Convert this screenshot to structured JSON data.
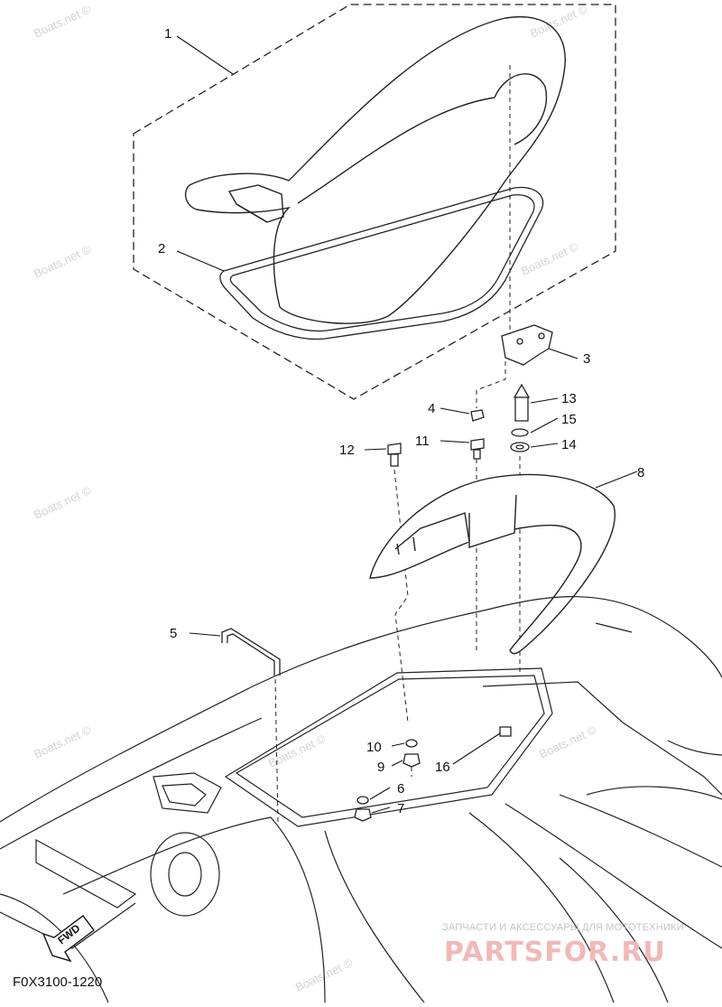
{
  "diagram": {
    "figure_code": "F0X3100-1220",
    "fwd_label": "FWD",
    "callouts": [
      "1",
      "2",
      "3",
      "4",
      "5",
      "6",
      "7",
      "8",
      "9",
      "10",
      "11",
      "12",
      "13",
      "14",
      "15",
      "16"
    ],
    "watermark_text": "Boats.net ©",
    "brand": {
      "subtitle": "ЗАПЧАСТИ И АКСЕССУАРЫ ДЛЯ МОТОТЕХНИКИ",
      "name": "PARTSFOR.RU"
    }
  }
}
